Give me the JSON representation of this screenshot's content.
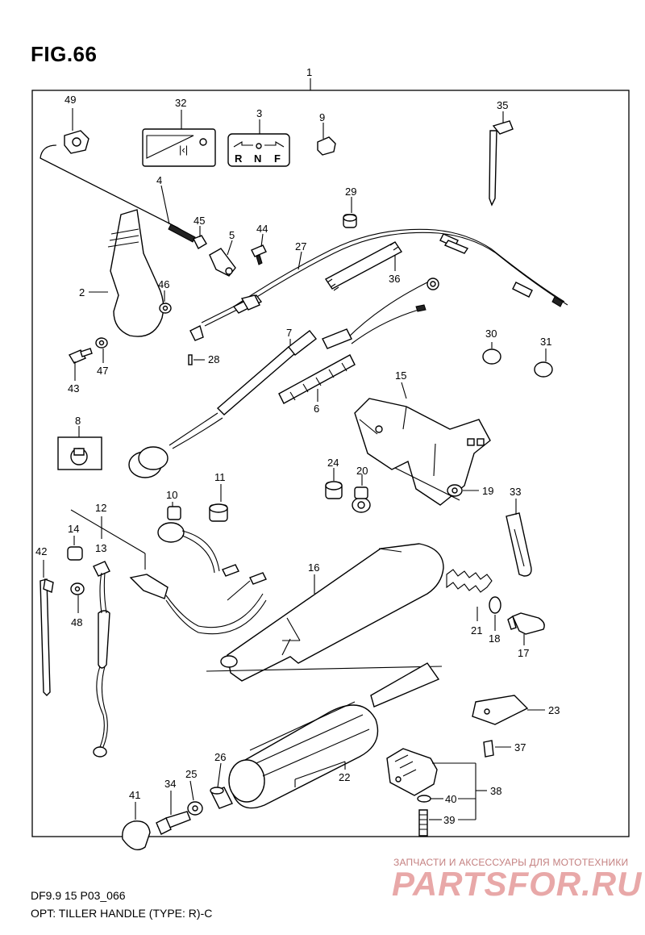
{
  "figure": {
    "title": "FIG.66",
    "footer_line1": "DF9.9 15 P03_066",
    "footer_line2": "OPT: TILLER HANDLE (TYPE: R)-C"
  },
  "watermark": {
    "tagline": "ЗАПЧАСТИ И АКСЕССУАРЫ ДЛЯ МОТОТЕХНИКИ",
    "brand": "PARTSFOR.RU"
  },
  "label_plate_3": {
    "left": "R",
    "center": "N",
    "right": "F"
  },
  "callouts": {
    "c1": "1",
    "c2": "2",
    "c3": "3",
    "c4": "4",
    "c5": "5",
    "c6": "6",
    "c7": "7",
    "c8": "8",
    "c9": "9",
    "c10": "10",
    "c11": "11",
    "c12": "12",
    "c13": "13",
    "c14": "14",
    "c15": "15",
    "c16": "16",
    "c17": "17",
    "c18": "18",
    "c19": "19",
    "c20": "20",
    "c21": "21",
    "c22": "22",
    "c23": "23",
    "c24": "24",
    "c25": "25",
    "c26": "26",
    "c27": "27",
    "c28": "28",
    "c29": "29",
    "c30": "30",
    "c31": "31",
    "c32": "32",
    "c33": "33",
    "c34": "34",
    "c35": "35",
    "c36": "36",
    "c37": "37",
    "c38": "38",
    "c39": "39",
    "c40": "40",
    "c41": "41",
    "c42": "42",
    "c43": "43",
    "c44": "44",
    "c45": "45",
    "c46": "46",
    "c47": "47",
    "c48": "48",
    "c49": "49"
  },
  "colors": {
    "line": "#000000",
    "watermark_brand": "#e8a8a8",
    "watermark_tagline": "#c48080"
  }
}
